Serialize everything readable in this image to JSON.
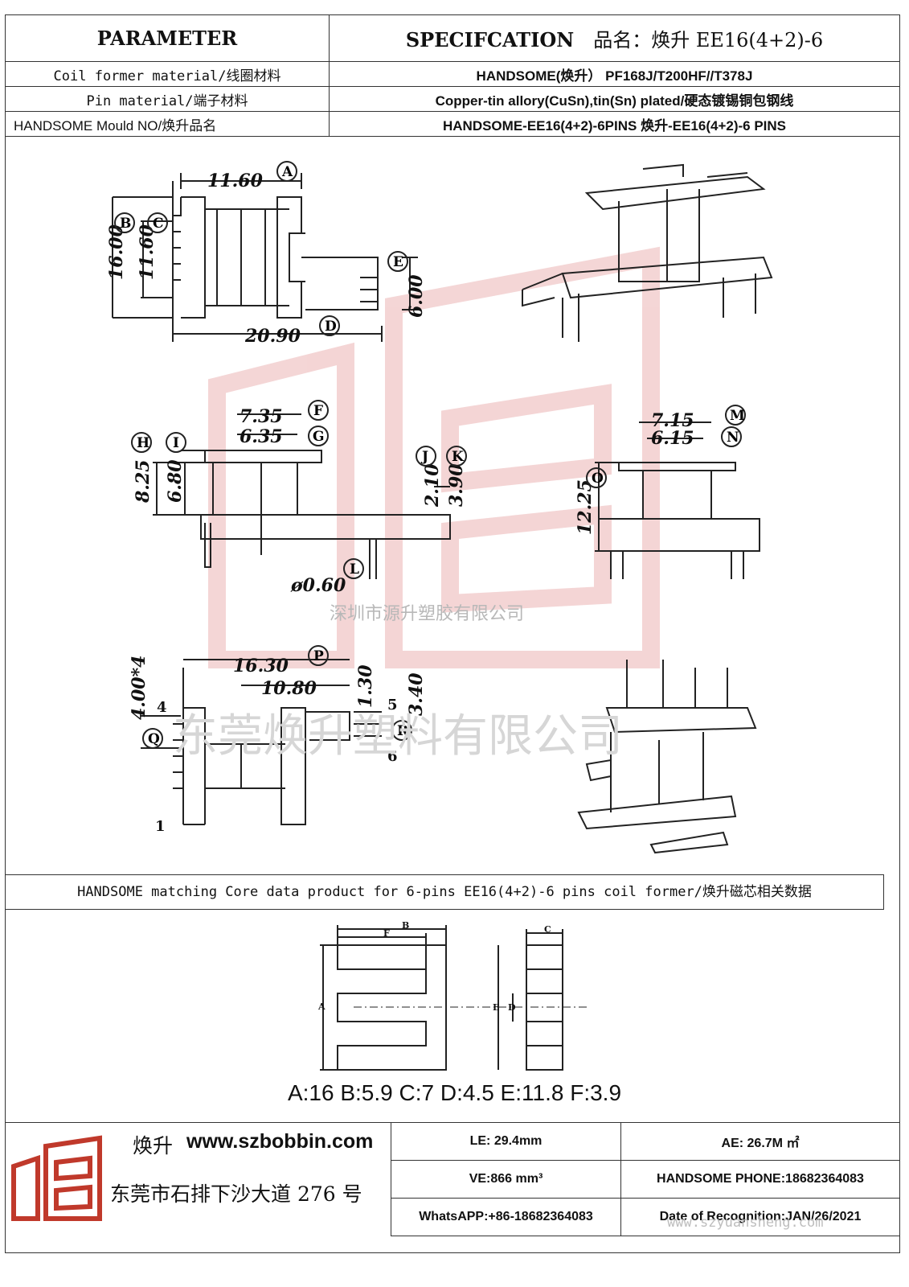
{
  "header": {
    "parameter": "PARAMETER",
    "specification": "SPECIFCATION",
    "product_name": "品名：焕升 EE16(4+2)-6"
  },
  "rows": [
    {
      "label": "Coil former material/线圈材料",
      "value": "HANDSOME(焕升）  PF168J/T200HF//T378J"
    },
    {
      "label": "Pin material/端子材料",
      "value": "Copper-tin allory(CuSn),tin(Sn) plated/硬态镀锡铜包钢线"
    },
    {
      "label": "HANDSOME Mould NO/焕升品名",
      "value": "HANDSOME-EE16(4+2)-6PINS    焕升-EE16(4+2)-6 PINS"
    }
  ],
  "drawing": {
    "top_view": {
      "d1": "11.60",
      "d2": "16.00",
      "d3": "11.60",
      "d4": "20.90",
      "d5": "6.00",
      "labels": [
        "A",
        "B",
        "C",
        "D",
        "E"
      ]
    },
    "side_view": {
      "d1": "7.35",
      "d2": "6.35",
      "d3": "8.25",
      "d4": "6.80",
      "d5": "2.10",
      "d6": "3.90",
      "d7": "ø0.60",
      "labels": [
        "F",
        "G",
        "H",
        "I",
        "J",
        "K",
        "L"
      ]
    },
    "front_view": {
      "d1": "7.15",
      "d2": "6.15",
      "d3": "12.25",
      "labels": [
        "M",
        "N",
        "O"
      ]
    },
    "bottom_view": {
      "d1": "16.30",
      "d2": "10.80",
      "d3": "1.30",
      "d4": "3.40",
      "d5": "4.00*4",
      "labels": [
        "P",
        "Q",
        "R"
      ],
      "pins": [
        "4",
        "5",
        "6",
        "1"
      ]
    }
  },
  "watermarks": {
    "line1": "深圳市源升塑胶有限公司",
    "line2": "东莞焕升塑料有限公司",
    "url": "www.szyuansheng.com"
  },
  "core": {
    "title": "HANDSOME matching Core data  product for 6-pins EE16(4+2)-6 pins coil former/焕升磁芯相关数据",
    "labels": [
      "A",
      "B",
      "C",
      "D",
      "E",
      "F"
    ],
    "values": "A:16 B:5.9 C:7 D:4.5 E:11.8 F:3.9"
  },
  "footer": {
    "brand": "焕升",
    "website": "www.szbobbin.com",
    "address": "东莞市石排下沙大道 276 号",
    "le": "LE:   29.4mm",
    "ae": "AE: 26.7M ㎡",
    "ve": "VE:866 mm³",
    "phone": "HANDSOME PHONE:18682364083",
    "whatsapp": "WhatsAPP:+86-18682364083",
    "date": "Date of Recognition:JAN/26/2021"
  },
  "colors": {
    "line": "#222222",
    "watermark": "#e8b0b0",
    "logo": "#c0392b"
  }
}
